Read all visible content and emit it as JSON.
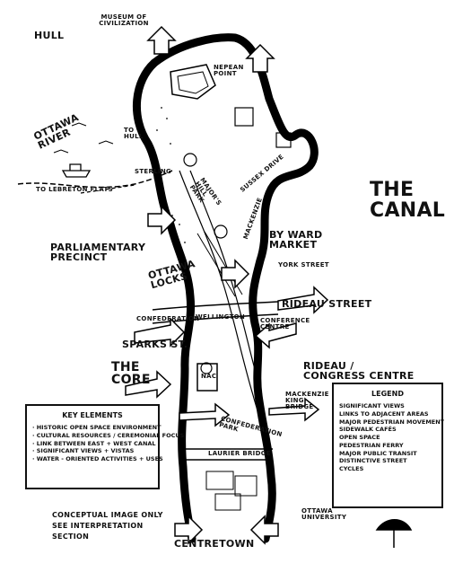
{
  "labels": {
    "hull": "HULL",
    "museum": "MUSEUM OF CIVILIZATION",
    "nepean": "NEPEAN POINT",
    "ottawa_river": "OTTAWA RIVER",
    "to_hull": "TO HULL",
    "to_lebreton": "TO LEBRETON FLATS",
    "sterling": "STERLING",
    "majors_hill": "MAJOR'S HILL PARK",
    "sussex": "SUSSEX DRIVE",
    "mackenzie": "MACKENZIE",
    "the_canal": "THE CANAL",
    "byward": "BY WARD MARKET",
    "parliamentary": "PARLIAMENTARY PRECINCT",
    "ottawa_locks": "OTTAWA LOCKS",
    "york": "YORK STREET",
    "rideau_street": "RIDEAU STREET",
    "confederation": "CONFEDERATION",
    "wellington": "WELLINGTON",
    "conference": "CONFERENCE CENTRE",
    "sparks": "SPARKS ST.",
    "the_core": "THE CORE",
    "nac": "NAC",
    "rideau_congress": "RIDEAU / CONGRESS CENTRE",
    "mackenzie_king": "MACKENZIE KING BRIDGE",
    "confederation_park": "CONFEDERATION PARK",
    "laurier": "LAURIER BRIDGE",
    "centretown": "CENTRETOWN",
    "ottawa_university": "OTTAWA UNIVERSITY",
    "conceptual": "CONCEPTUAL IMAGE ONLY SEE INTERPRETATION SECTION"
  },
  "key_elements": {
    "title": "KEY ELEMENTS",
    "items": [
      "· HISTORIC OPEN SPACE ENVIRONMENT",
      "· CULTURAL RESOURCES / CEREMONIAL FOCUS",
      "· LINK BETWEEN EAST + WEST CANAL",
      "· SIGNIFICANT VIEWS + VISTAS",
      "· WATER - ORIENTED ACTIVITIES + USES"
    ]
  },
  "legend": {
    "title": "LEGEND",
    "items": [
      "SIGNIFICANT VIEWS",
      "LINKS TO ADJACENT AREAS",
      "MAJOR PEDESTRIAN MOVEMENT",
      "SIDEWALK CAFÉS",
      "OPEN SPACE",
      "PEDESTRIAN FERRY",
      "MAJOR PUBLIC TRANSIT",
      "DISTINCTIVE STREET",
      "CYCLES"
    ]
  }
}
